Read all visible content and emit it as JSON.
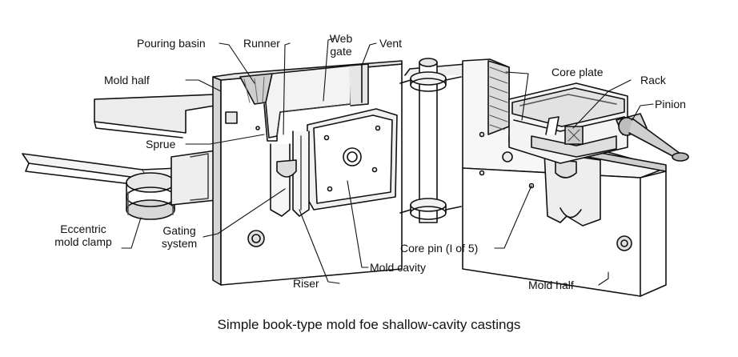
{
  "caption": "Simple book-type mold foe shallow-cavity castings",
  "labels": {
    "pouring_basin": "Pouring basin",
    "runner": "Runner",
    "web_gate_line1": "Web",
    "web_gate_line2": "gate",
    "vent": "Vent",
    "core_plate": "Core plate",
    "rack": "Rack",
    "pinion": "Pinion",
    "mold_half_left": "Mold half",
    "sprue": "Sprue",
    "eccentric_line1": "Eccentric",
    "eccentric_line2": "mold clamp",
    "gating_line1": "Gating",
    "gating_line2": "system",
    "core_pin": "Core pin (I of 5)",
    "mold_cavity": "Mold cavity",
    "riser": "Riser",
    "mold_half_right": "Mold half"
  }
}
